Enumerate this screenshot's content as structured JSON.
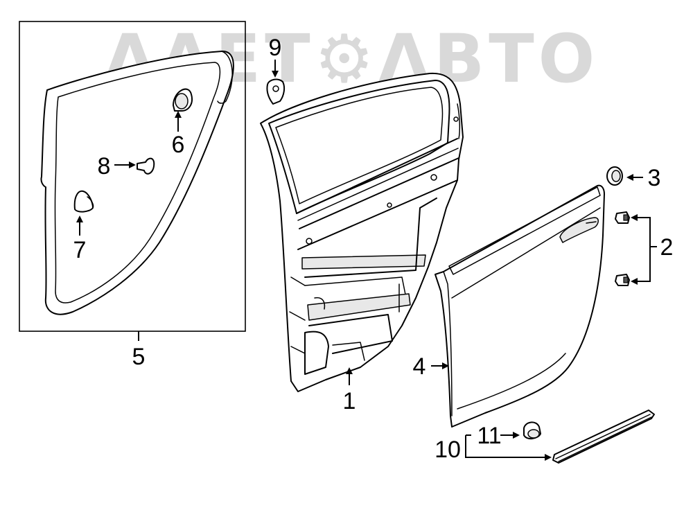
{
  "watermark": {
    "text": "ΛΛΕΤ⚙ΛΒΤΟ"
  },
  "callouts": [
    {
      "id": "1",
      "label": "1"
    },
    {
      "id": "2",
      "label": "2"
    },
    {
      "id": "3",
      "label": "3"
    },
    {
      "id": "4",
      "label": "4"
    },
    {
      "id": "5",
      "label": "5"
    },
    {
      "id": "6",
      "label": "6"
    },
    {
      "id": "7",
      "label": "7"
    },
    {
      "id": "8",
      "label": "8"
    },
    {
      "id": "9",
      "label": "9"
    },
    {
      "id": "10",
      "label": "10"
    },
    {
      "id": "11",
      "label": "11"
    }
  ],
  "colors": {
    "line": "#000000",
    "background": "#ffffff",
    "watermark": "#d9d9d9"
  }
}
